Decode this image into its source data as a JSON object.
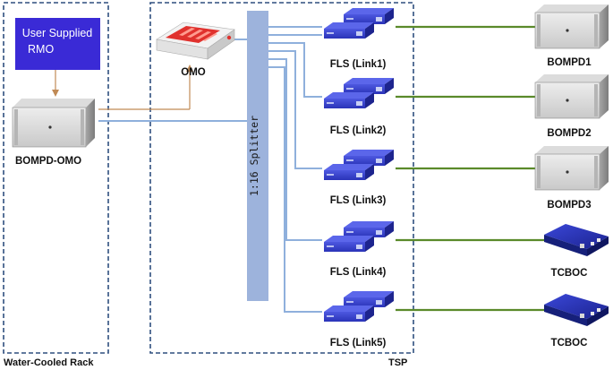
{
  "racks": {
    "left_label": "Water-Cooled Rack",
    "right_label": "TSP"
  },
  "rmo": {
    "line1": "User Supplied",
    "line2": "RMO"
  },
  "bompd_omo": {
    "label": "BOMPD-OMO"
  },
  "omo": {
    "label": "OMO"
  },
  "splitter": {
    "label": "1:16 Splitter"
  },
  "fls": [
    {
      "label": "FLS (Link1)"
    },
    {
      "label": "FLS (Link2)"
    },
    {
      "label": "FLS (Link3)"
    },
    {
      "label": "FLS (Link4)"
    },
    {
      "label": "FLS (Link5)"
    }
  ],
  "targets": [
    {
      "label": "BOMPD1",
      "kind": "rack-unit"
    },
    {
      "label": "BOMPD2",
      "kind": "rack-unit"
    },
    {
      "label": "BOMPD3",
      "kind": "rack-unit"
    },
    {
      "label": "TCBOC",
      "kind": "tcboc-box"
    },
    {
      "label": "TCBOC",
      "kind": "tcboc-box"
    }
  ],
  "colors": {
    "rack_border": "#2f4f7f",
    "rmo_fill": "#3a2ad6",
    "splitter_fill": "#9db3dc",
    "fiber_line": "#8fb0dc",
    "rf_line": "#c08a55",
    "link_line": "#5a8a2a",
    "fls_blue": "#2a33b8"
  }
}
